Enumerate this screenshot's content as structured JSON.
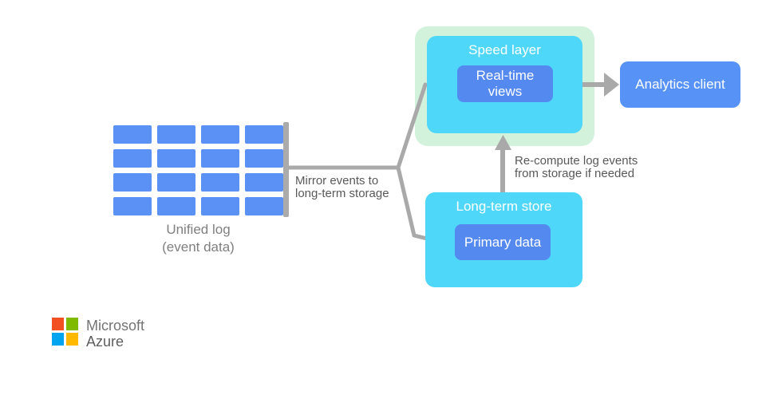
{
  "unified_log": {
    "rows": 4,
    "cols": 4,
    "caption_line1": "Unified log",
    "caption_line2": "(event data)"
  },
  "notes": {
    "mirror_line1": "Mirror events to",
    "mirror_line2": "long-term storage",
    "recompute_line1": "Re-compute log events",
    "recompute_line2": "from storage if needed"
  },
  "speed_layer": {
    "title": "Speed layer",
    "inner_label": "Real-time views"
  },
  "long_term_store": {
    "title": "Long-term store",
    "inner_label": "Primary data"
  },
  "analytics_client": {
    "label": "Analytics client"
  },
  "branding": {
    "name": "Microsoft",
    "product": "Azure"
  },
  "colors": {
    "log_cell_blue": "#5B90F5",
    "cyan_box": "#4ED7F8",
    "mint_halo": "#D2F2DC",
    "inner_blue": "#5489F0",
    "analytics_blue": "#5793F7",
    "connector_gray": "#A9A9A9",
    "note_gray": "#595959",
    "ms_red": "#F25022",
    "ms_green": "#7FBA00",
    "ms_blue": "#00A4EF",
    "ms_yellow": "#FFB900"
  }
}
